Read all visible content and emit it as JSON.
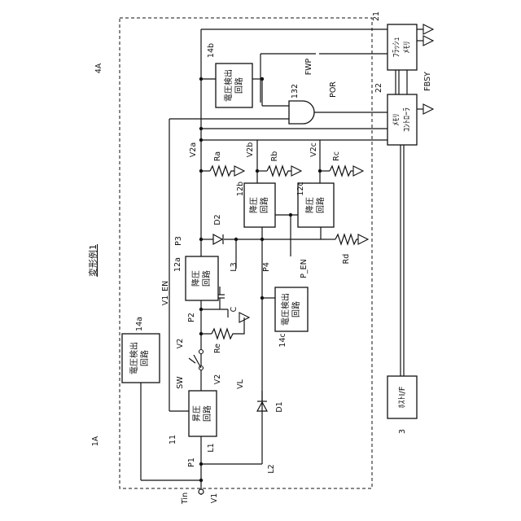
{
  "figure": {
    "variant_label": "変形例1",
    "module_label": "1A",
    "diagram_ref": "4A"
  },
  "blocks": {
    "boost": {
      "ref": "11",
      "text": [
        "昇圧",
        "回路"
      ]
    },
    "step_down_a": {
      "ref": "12a",
      "text": [
        "降圧",
        "回路"
      ]
    },
    "step_down_b": {
      "ref": "12b",
      "text": [
        "降圧",
        "回路"
      ]
    },
    "step_down_c": {
      "ref": "12c",
      "text": [
        "降圧",
        "回路"
      ]
    },
    "detector_a": {
      "ref": "14a",
      "text": [
        "電圧検出",
        "回路"
      ]
    },
    "detector_b": {
      "ref": "14b",
      "text": [
        "電圧検出",
        "回路"
      ]
    },
    "detector_c": {
      "ref": "14c",
      "text": [
        "電圧検出",
        "回路"
      ]
    },
    "flash": {
      "ref": "21",
      "text": [
        "ﾌﾗｯｼｭ",
        "ﾒﾓﾘ"
      ]
    },
    "controller": {
      "ref": "22",
      "text": [
        "ﾒﾓﾘ",
        "ｺﾝﾄﾛｰﾗ"
      ]
    },
    "host_if": {
      "ref": "3",
      "text": [
        "ﾎｽﾄI/F"
      ]
    },
    "and_gate": {
      "ref": "132"
    }
  },
  "labels": {
    "tin": "Tin",
    "v1": "V1",
    "p1": "P1",
    "l1": "L1",
    "l2": "L2",
    "v2_top": "V2",
    "v2_bot": "V2",
    "sw": "SW",
    "vl": "VL",
    "d1": "D1",
    "v1_en": "V1_EN",
    "p2": "P2",
    "re": "Re",
    "c": "C",
    "p3": "P3",
    "d2": "D2",
    "l3": "L3",
    "p4": "P4",
    "p_en": "P_EN",
    "rd": "Rd",
    "v2a": "V2a",
    "ra": "Ra",
    "v2b": "V2b",
    "rb": "Rb",
    "v2c": "V2c",
    "rc": "Rc",
    "fwp": "FWP",
    "por": "POR",
    "fbsy": "FBSY"
  }
}
